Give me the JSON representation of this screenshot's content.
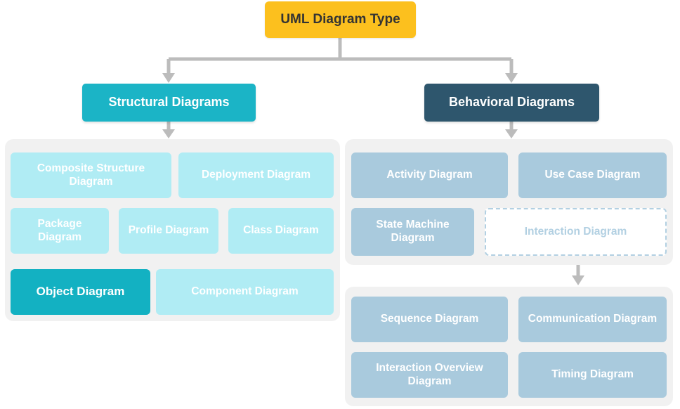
{
  "diagram": {
    "title": "UML Diagram Type",
    "type": "hierarchy-tree",
    "colors": {
      "root": "#fcc01e",
      "root_text": "#333333",
      "structural_header": "#1bb4c6",
      "behavioral_header": "#2e566d",
      "structural_chip": "#b0ecf4",
      "structural_chip_highlight": "#13b1c2",
      "behavioral_chip": "#a9cadd",
      "dashed_chip_border": "#b2d0e2",
      "panel_background": "#f1f1f1",
      "connector": "#bcbcbc",
      "chip_text": "#ffffff"
    },
    "root": {
      "label": "UML Diagram Type"
    },
    "branches": [
      {
        "id": "structural",
        "label": "Structural Diagrams",
        "style": "teal",
        "children": [
          {
            "label": "Composite Structure Diagram",
            "style": "cyan"
          },
          {
            "label": "Deployment Diagram",
            "style": "cyan"
          },
          {
            "label": "Package Diagram",
            "style": "cyan"
          },
          {
            "label": "Profile Diagram",
            "style": "cyan"
          },
          {
            "label": "Class Diagram",
            "style": "cyan"
          },
          {
            "label": "Object Diagram",
            "style": "cyan-solid"
          },
          {
            "label": "Component Diagram",
            "style": "cyan"
          }
        ]
      },
      {
        "id": "behavioral",
        "label": "Behavioral Diagrams",
        "style": "navy",
        "children": [
          {
            "label": "Activity Diagram",
            "style": "blue"
          },
          {
            "label": "Use Case Diagram",
            "style": "blue"
          },
          {
            "label": "State Machine Diagram",
            "style": "blue"
          },
          {
            "label": "Interaction Diagram",
            "style": "dashed"
          }
        ],
        "sub_branch": {
          "parent": "Interaction Diagram",
          "children": [
            {
              "label": "Sequence Diagram",
              "style": "blue"
            },
            {
              "label": "Communication Diagram",
              "style": "blue"
            },
            {
              "label": "Interaction Overview Diagram",
              "style": "blue"
            },
            {
              "label": "Timing Diagram",
              "style": "blue"
            }
          ]
        }
      }
    ]
  }
}
